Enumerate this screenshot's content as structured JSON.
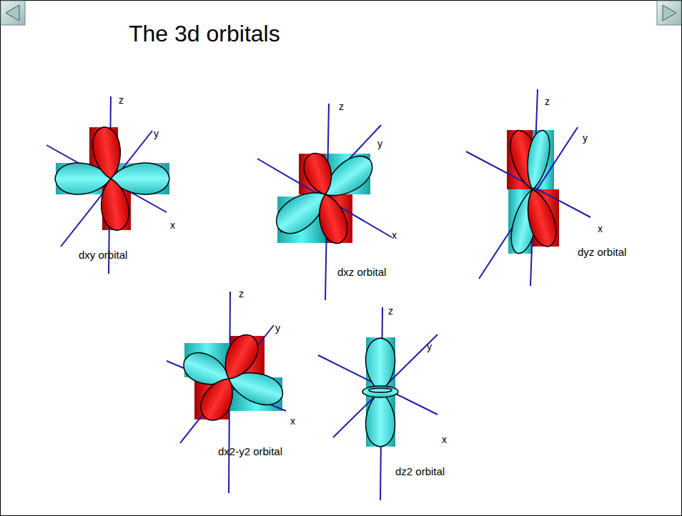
{
  "diagram": {
    "title": "The 3d orbitals",
    "labels": [
      "z",
      "y",
      "x",
      "dxy orbital",
      "z",
      "y",
      "x",
      "dxz orbital",
      "z",
      "y",
      "x",
      "dyz orbital",
      "z",
      "y",
      "x",
      "dx2-y2 orbital",
      "z",
      "y",
      "x",
      "dz2 orbital"
    ]
  }
}
